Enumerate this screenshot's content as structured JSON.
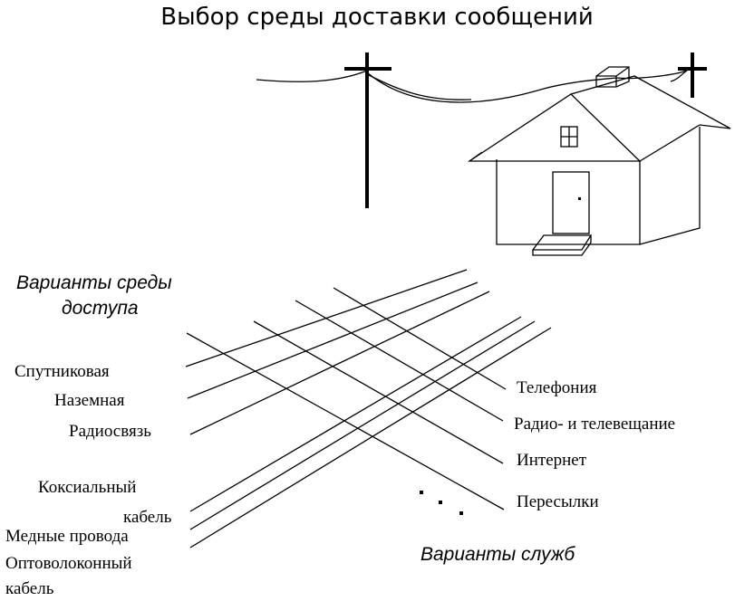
{
  "title": "Выбор среды доставки сообщений",
  "access_header": [
    "Варианты среды",
    "доступа"
  ],
  "service_header": "Варианты служб",
  "access_media": [
    "Спутниковая",
    "Наземная",
    "Радиосвязь",
    "Коксиальный",
    "кабель",
    "Медные провода",
    "Оптоволоконный",
    "кабель"
  ],
  "services": [
    "Телефония",
    "Радио- и телевещание",
    "Интернет",
    "Пересылки"
  ]
}
